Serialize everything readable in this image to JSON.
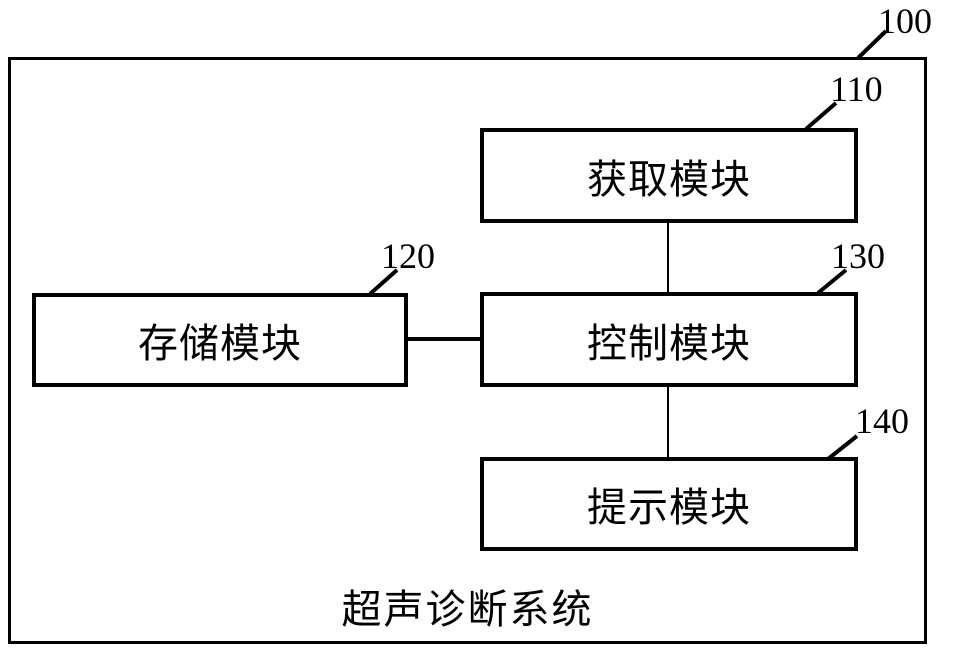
{
  "figure": {
    "outer_label": "100",
    "system_title": "超声诊断系统",
    "modules": [
      {
        "id": "110",
        "label": "获取模块"
      },
      {
        "id": "120",
        "label": "存储模块"
      },
      {
        "id": "130",
        "label": "控制模块"
      },
      {
        "id": "140",
        "label": "提示模块"
      }
    ],
    "colors": {
      "line": "#000000",
      "background": "#ffffff"
    }
  }
}
